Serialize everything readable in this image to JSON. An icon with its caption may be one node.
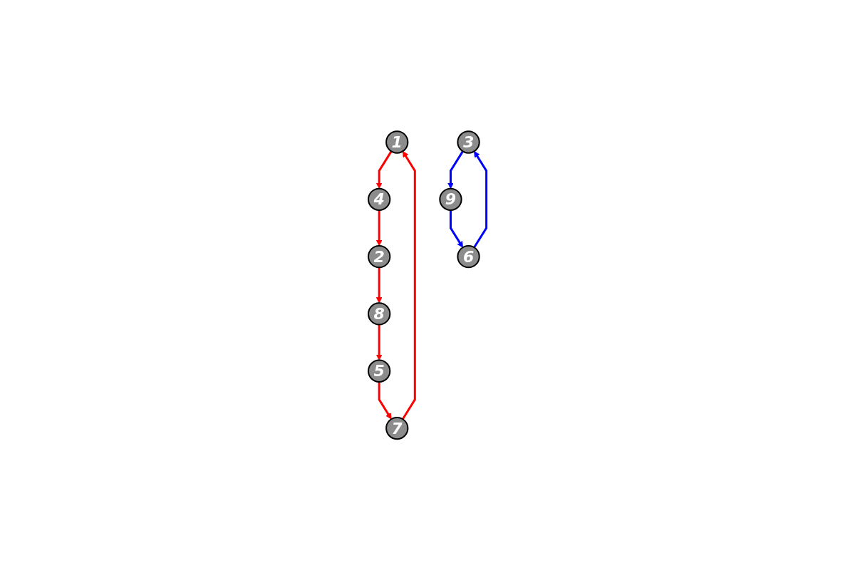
{
  "diagram": {
    "nodes": [
      {
        "text": [
          "1"
        ]
      },
      {
        "text": [
          "2"
        ]
      },
      {
        "text": [
          "3"
        ]
      },
      {
        "text": [
          "4"
        ]
      },
      {
        "text": [
          "5"
        ]
      },
      {
        "text": [
          "6"
        ]
      },
      {
        "text": [
          "7"
        ]
      },
      {
        "text": [
          "8"
        ]
      },
      {
        "text": [
          "9"
        ]
      }
    ],
    "edges": [
      {
        "from": 0,
        "to": 3,
        "arrow": "to"
      },
      {
        "from": 1,
        "to": 7,
        "arrow": "to"
      },
      {
        "from": 2,
        "to": 8,
        "arrow": "to",
        "color": "#0000ff"
      },
      {
        "from": 3,
        "to": 1,
        "arrow": "to"
      },
      {
        "from": 4,
        "to": 6,
        "arrow": "to"
      },
      {
        "from": 5,
        "to": 2,
        "arrow": "to",
        "color": "#0000ff"
      },
      {
        "from": 6,
        "to": 0,
        "arrow": "to"
      },
      {
        "from": 7,
        "to": 4,
        "arrow": "to"
      },
      {
        "from": 8,
        "to": 5,
        "arrow": "to",
        "color": "#0000ff"
      }
    ]
  }
}
